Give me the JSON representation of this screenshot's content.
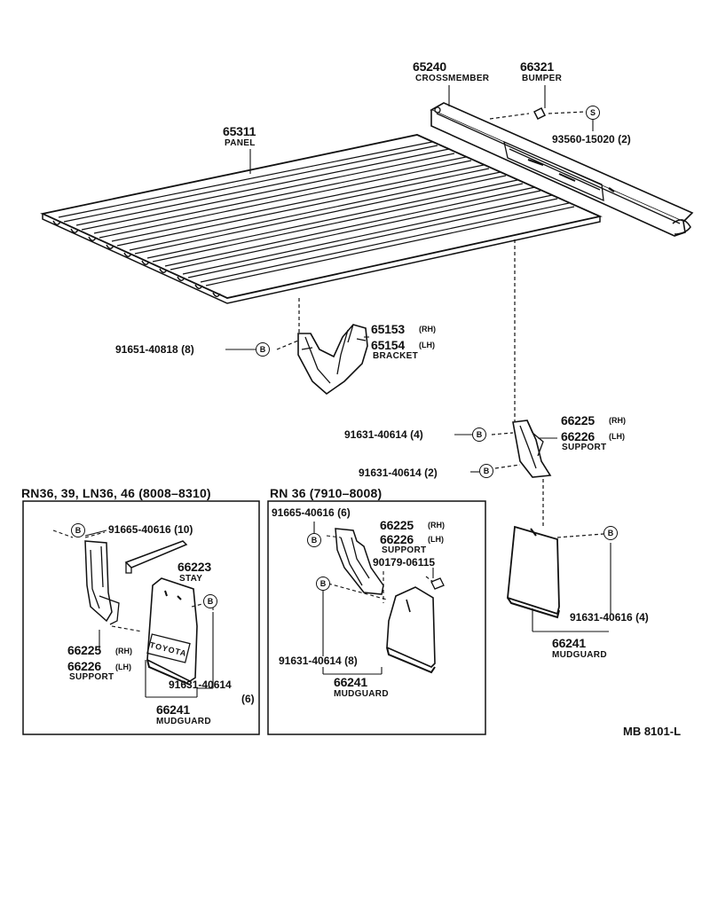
{
  "labels": {
    "p65240": "65240",
    "crossmember": "CROSSMEMBER",
    "p66321": "66321",
    "bumper": "BUMPER",
    "p65311": "65311",
    "panel": "PANEL",
    "bolt_93560": "93560-15020 (2)",
    "p65153": "65153",
    "rh": "(RH)",
    "p65154": "65154",
    "lh": "(LH)",
    "bracket": "BRACKET",
    "bolt_91651": "91651-40818 (8)",
    "p66225": "66225",
    "p66226": "66226",
    "support": "SUPPORT",
    "bolt_91631_4": "91631-40614 (4)",
    "bolt_91631_2": "91631-40614 (2)",
    "bolt_91631_40616": "91631-40616 (4)",
    "p66241": "66241",
    "mudguard": "MUDGUARD",
    "left_header": "RN36, 39, LN36, 46 (8008–8310)",
    "left_bolt_top": "91665-40616 (10)",
    "p66223": "66223",
    "stay": "STAY",
    "left_bolt_bottom": "91631-40614",
    "left_bolt_bottom_qty": "(6)",
    "rh_paren": "(RH)",
    "lh_paren": "(LH)",
    "mid_header": "RN 36 (7910–8008)",
    "mid_bolt_top": "91665-40616 (6)",
    "mid_nut": "90179-06115",
    "mid_bolt_bottom": "91631-40614 (8)",
    "ref_code": "MB 8101-L",
    "badge_s": "S",
    "badge_b": "B",
    "logo_text": "TOYOTA"
  }
}
